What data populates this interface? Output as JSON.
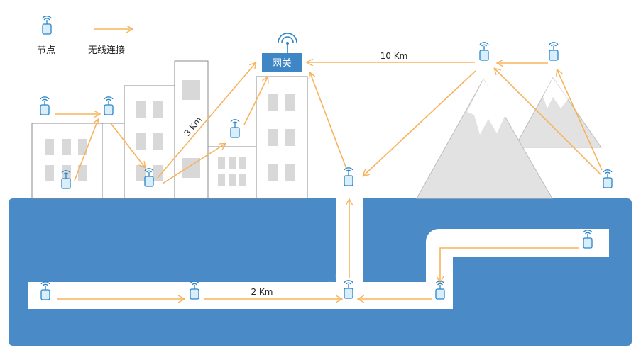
{
  "legend": {
    "node_label": "节点",
    "link_label": "无线连接"
  },
  "gateway": {
    "label": "网关"
  },
  "distances": {
    "mountain_link": "10 Km",
    "city_link": "3 Km",
    "tunnel_link": "2 Km"
  },
  "colors": {
    "arrow": "#f7b35c",
    "node_fill": "#d9eefb",
    "node_stroke": "#2a84c9",
    "gateway_fill": "#3f86c6",
    "ground": "#4a8ac7",
    "building_stroke": "#8b8b8b",
    "window": "#d8d8d8",
    "mountain": "#e2e2e2"
  },
  "icons": {
    "node": "sensor-node-icon",
    "gateway": "gateway-antenna-icon",
    "link": "wireless-link-arrow-icon"
  }
}
